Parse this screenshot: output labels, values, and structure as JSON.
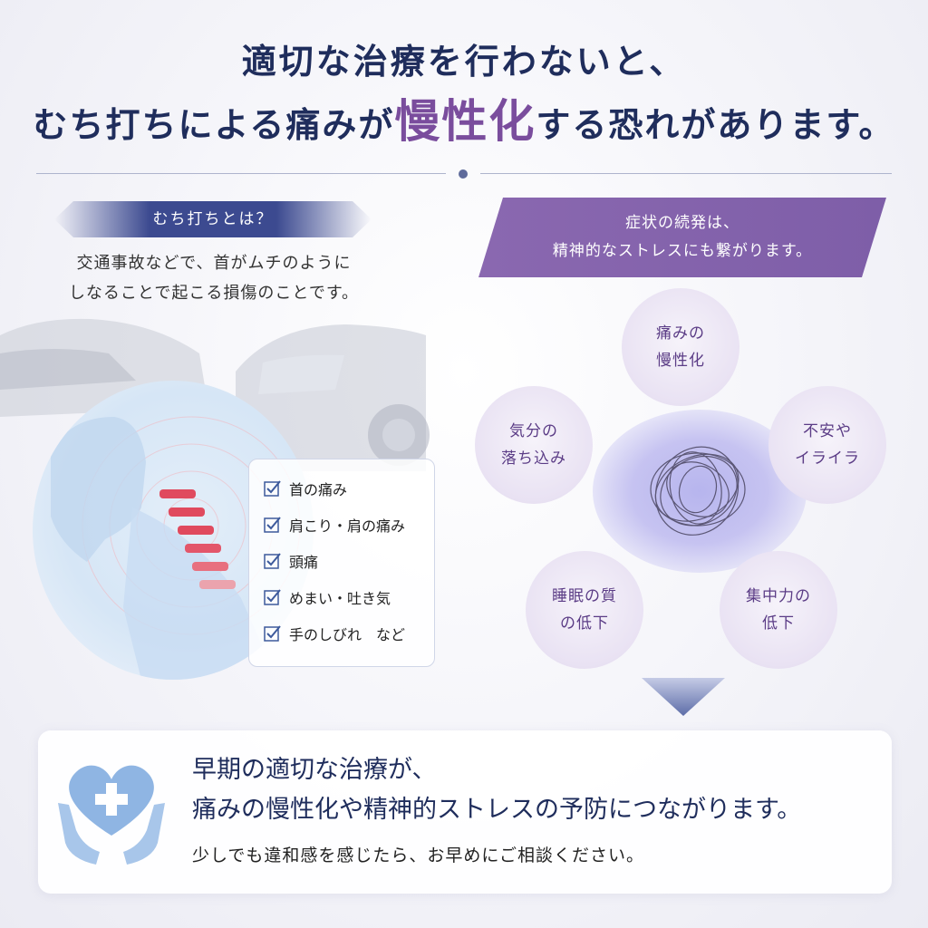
{
  "headline": {
    "line1": "適切な治療を行わないと、",
    "line2_pre": "むち打ちによる痛みが",
    "line2_highlight": "慢性化",
    "line2_post": "する恐れがあります。"
  },
  "whiplash": {
    "badge": "むち打ちとは？",
    "desc_line1": "交通事故などで、首がムチのように",
    "desc_line2": "しなることで起こる損傷のことです。"
  },
  "symptoms": [
    "首の痛み",
    "肩こり・肩の痛み",
    "頭痛",
    "めまい・吐き気",
    "手のしびれ　など"
  ],
  "banner": {
    "line1": "症状の続発は、",
    "line2": "精神的なストレスにも繋がります。"
  },
  "bubbles": {
    "chronic": {
      "line1": "痛みの",
      "line2": "慢性化"
    },
    "anxiety": {
      "line1": "不安や",
      "line2": "イライラ"
    },
    "depressed": {
      "line1": "気分の",
      "line2": "落ち込み"
    },
    "sleep": {
      "line1": "睡眠の質",
      "line2": "の低下"
    },
    "focus": {
      "line1": "集中力の",
      "line2": "低下"
    }
  },
  "bottom": {
    "line1": "早期の適切な治療が、",
    "line2": "痛みの慢性化や精神的ストレスの予防につながります。",
    "line3": "少しでも違和感を感じたら、お早めにご相談ください。"
  },
  "colors": {
    "navy": "#1f2d5c",
    "purple": "#7a4d9d",
    "heart": "#8fb5e3"
  },
  "icons": [
    "checkbox-icon",
    "heart-hands-icon",
    "tangle-icon",
    "chevron-down-icon"
  ]
}
